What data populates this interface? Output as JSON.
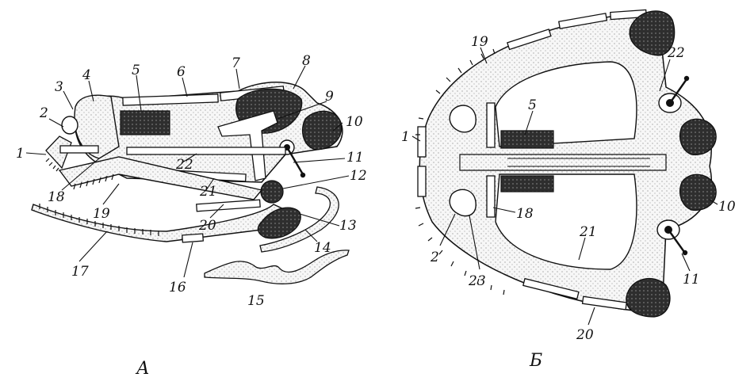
{
  "panels": {
    "a": {
      "title": "А",
      "labels": [
        "1",
        "2",
        "3",
        "4",
        "5",
        "6",
        "7",
        "8",
        "9",
        "10",
        "11",
        "12",
        "13",
        "14",
        "15",
        "16",
        "17",
        "18",
        "19",
        "20",
        "21",
        "22"
      ]
    },
    "b": {
      "title": "Б",
      "labels": [
        "19",
        "22",
        "5",
        "1",
        "10",
        "18",
        "21",
        "2",
        "23",
        "11",
        "20"
      ]
    }
  },
  "colors": {
    "line": "#111111",
    "stipple": "#f3f3f3",
    "dark_region": "#3a3a3a"
  }
}
